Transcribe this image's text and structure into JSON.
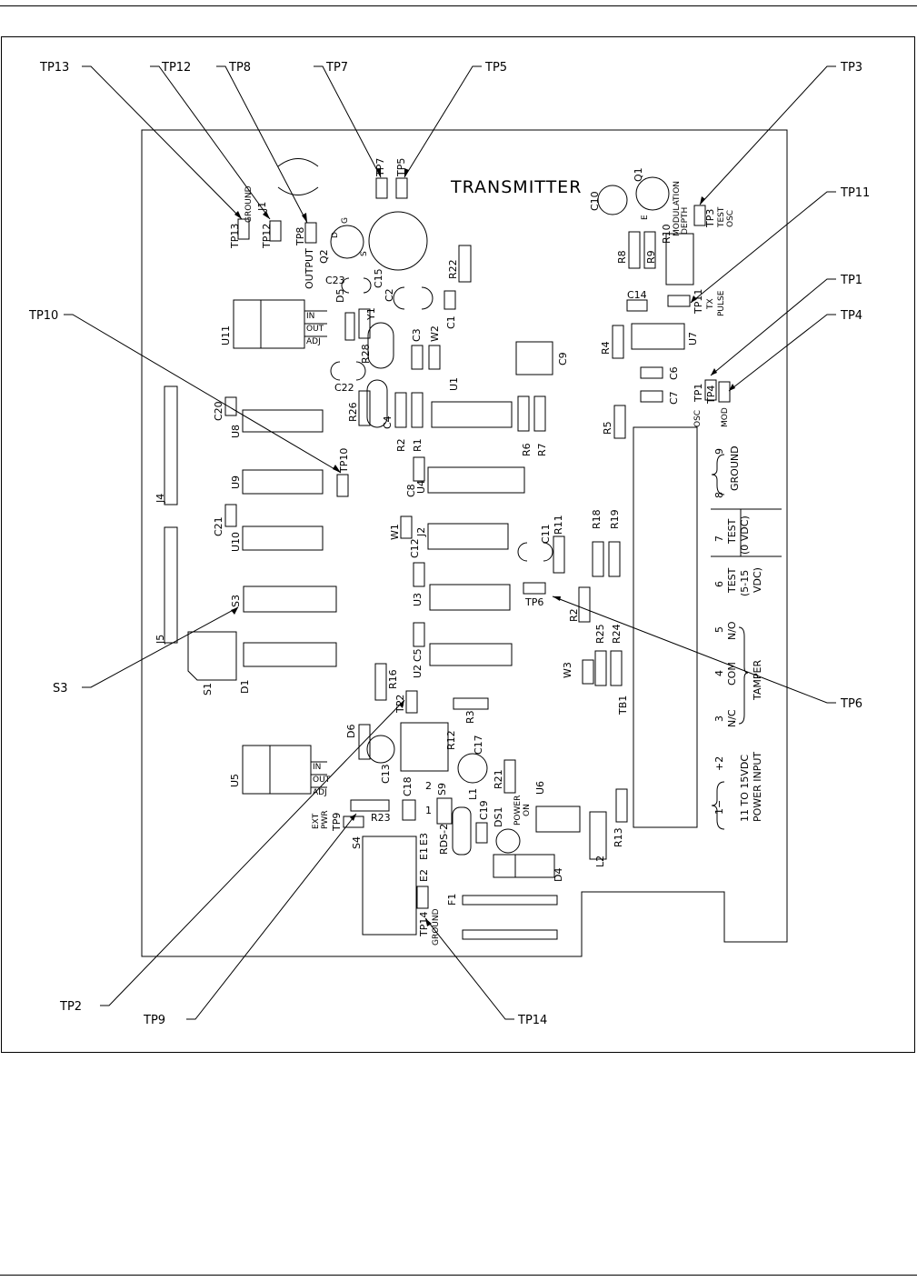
{
  "title": "TRANSMITTER",
  "callouts": {
    "tp13": "TP13",
    "tp12": "TP12",
    "tp8": "TP8",
    "tp7": "TP7",
    "tp5": "TP5",
    "tp3": "TP3",
    "tp11": "TP11",
    "tp10": "TP10",
    "tp1": "TP1",
    "tp4": "TP4",
    "s3": "S3",
    "tp6": "TP6",
    "tp2": "TP2",
    "tp9": "TP9",
    "tp14": "TP14"
  },
  "board": {
    "tp13": "TP13",
    "tp12": "TP12",
    "tp8": "TP8",
    "tp7": "TP7",
    "tp5": "TP5",
    "tp3": "TP3",
    "tp11": "TP11",
    "tp10": "TP10",
    "tp1": "TP1",
    "tp4": "TP4",
    "tp6": "TP6",
    "tp2": "TP2",
    "tp9": "TP9",
    "tp14": "TP14",
    "ground": "GROUND",
    "j1": "J1",
    "output": "OUTPUT",
    "q2": "Q2",
    "g": "G",
    "d": "D",
    "s": "S",
    "c15": "C15",
    "c23": "C23",
    "d5": "D5",
    "c2": "C2",
    "r22": "R22",
    "c1": "C1",
    "u11": "U11",
    "in": "IN",
    "out": "OUT",
    "adj": "ADJ",
    "y1": "Y1",
    "r28": "R28",
    "c3": "C3",
    "w2": "W2",
    "c9": "C9",
    "c22": "C22",
    "r26": "R26",
    "c4": "C4",
    "r2": "R2",
    "r1": "R1",
    "u1": "U1",
    "r6": "R6",
    "r7": "R7",
    "c10": "C10",
    "q1": "Q1",
    "e": "E",
    "modulation": "MODULATION",
    "depth": "DEPTH",
    "r10": "R10",
    "r9": "R9",
    "r8": "R8",
    "test": "TEST",
    "osc": "OSC",
    "c14": "C14",
    "tx": "TX",
    "pulse": "PULSE",
    "r4": "R4",
    "u7": "U7",
    "c6": "C6",
    "c7": "C7",
    "mod": "MOD",
    "r5": "R5",
    "c20": "C20",
    "u8": "U8",
    "j4": "J4",
    "u9": "U9",
    "c8": "C8",
    "u4": "U4",
    "c21": "C21",
    "u10": "U10",
    "w1": "W1",
    "j2": "J2",
    "c11": "C11",
    "r11": "R11",
    "r18": "R18",
    "r19": "R19",
    "c12": "C12",
    "j5": "J5",
    "s3": "S3",
    "u3": "U3",
    "r2b": "R2",
    "r25": "R25",
    "r24": "R24",
    "c5": "C5",
    "u2": "U2",
    "w3": "W3",
    "s1": "S1",
    "d1": "D1",
    "r16": "R16",
    "r3": "R3",
    "tb1": "TB1",
    "d6": "D6",
    "r12": "R12",
    "c17": "C17",
    "u5": "U5",
    "c13": "C13",
    "r21": "R21",
    "c18": "C18",
    "s9": "S9",
    "one": "1",
    "two": "2",
    "l1": "L1",
    "u6": "U6",
    "ext": "EXT",
    "pwr": "PWR",
    "r23": "R23",
    "rds2": "RDS-2",
    "c19": "C19",
    "ds1": "DS1",
    "power": "POWER",
    "on": "ON",
    "s4": "S4",
    "e1": "E1",
    "e2": "E2",
    "e3": "E3",
    "r13": "R13",
    "l2": "L2",
    "d4": "D4",
    "f1": "F1"
  },
  "terminal_block": {
    "t9": "9",
    "ground": "GROUND",
    "t8": "8",
    "t7": "7",
    "test0": "TEST",
    "test0_sub": "(0 VDC)",
    "t6": "6",
    "test5": "TEST",
    "test5_sub": "(5-15",
    "test5_sub2": "VDC)",
    "t5": "5",
    "no": "N/O",
    "t4": "4",
    "com": "COM",
    "tamper": "TAMPER",
    "t3": "3",
    "nc": "N/C",
    "t2": "+2",
    "t1": "1−",
    "power1": "11 TO 15VDC",
    "power2": "POWER INPUT"
  }
}
